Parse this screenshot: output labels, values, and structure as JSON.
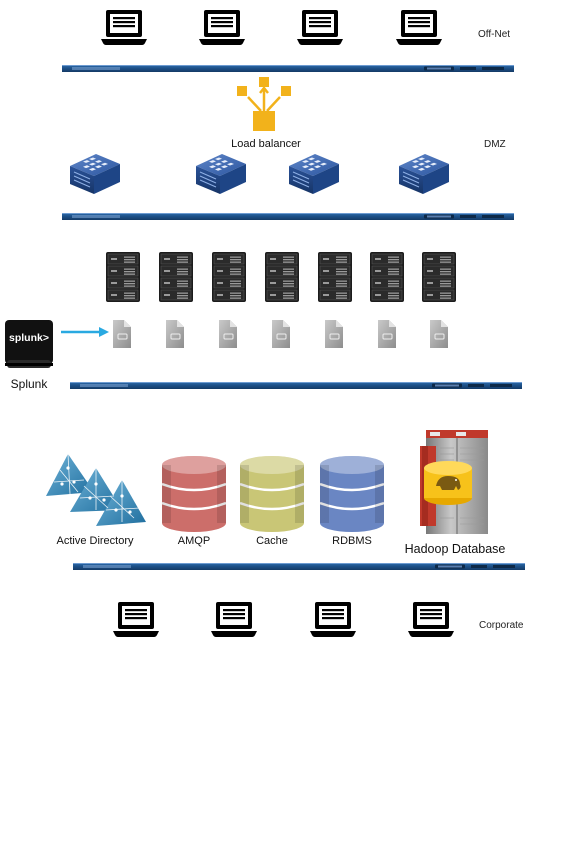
{
  "zones": {
    "off_net": "Off-Net",
    "dmz": "DMZ",
    "corporate": "Corporate"
  },
  "load_balancer": {
    "label": "Load balancer",
    "color": "#f2b21b"
  },
  "splunk": {
    "logo_text": "splunk>",
    "label": "Splunk"
  },
  "services": {
    "active_directory": "Active Directory",
    "amqp": "AMQP",
    "cache": "Cache",
    "rdbms": "RDBMS",
    "hadoop": "Hadoop Database"
  },
  "colors": {
    "switch_bar": "#1c4f86",
    "amqp": "#cc6e6a",
    "cache": "#c9c676",
    "rdbms": "#6a86c3",
    "arrow": "#29a9e1",
    "firewall": "#2a5da8"
  },
  "icons": {
    "workstation": "laptop-icon",
    "network": "network-switch-icon",
    "firewall": "firewall-icon",
    "server": "server-rack-icon",
    "log": "log-file-icon",
    "database": "database-icon",
    "directory": "active-directory-icon",
    "hadoop": "hadoop-elephant-icon"
  }
}
